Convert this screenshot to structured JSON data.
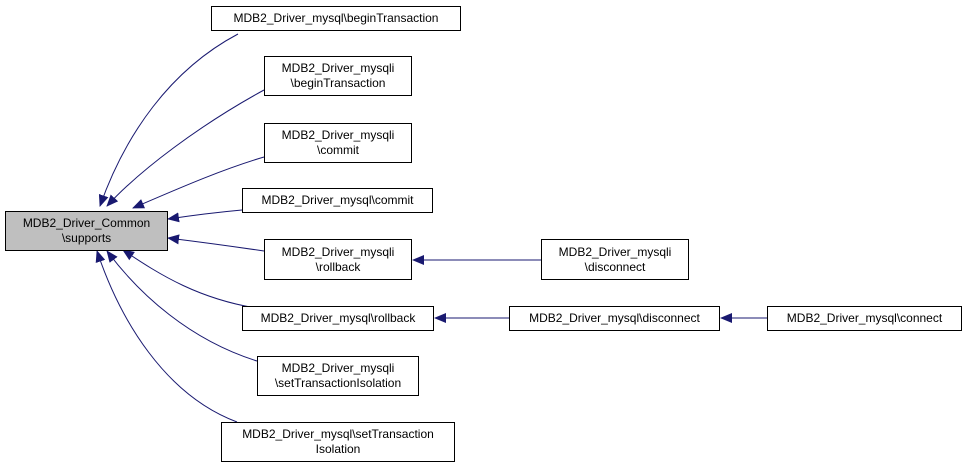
{
  "graph": {
    "colors": {
      "edge": "#191970",
      "root_fill": "#bfbfbf",
      "node_fill": "#ffffff",
      "border": "#000000"
    },
    "nodes": {
      "root": {
        "line1": "MDB2_Driver_Common",
        "line2": "\\supports"
      },
      "n1": {
        "line1": "MDB2_Driver_mysql\\beginTransaction"
      },
      "n2": {
        "line1": "MDB2_Driver_mysqli",
        "line2": "\\beginTransaction"
      },
      "n3": {
        "line1": "MDB2_Driver_mysqli",
        "line2": "\\commit"
      },
      "n4": {
        "line1": "MDB2_Driver_mysql\\commit"
      },
      "n5": {
        "line1": "MDB2_Driver_mysqli",
        "line2": "\\rollback"
      },
      "n6": {
        "line1": "MDB2_Driver_mysql\\rollback"
      },
      "n7": {
        "line1": "MDB2_Driver_mysqli",
        "line2": "\\setTransactionIsolation"
      },
      "n8": {
        "line1": "MDB2_Driver_mysql\\setTransaction",
        "line2": "Isolation"
      },
      "n9": {
        "line1": "MDB2_Driver_mysqli",
        "line2": "\\disconnect"
      },
      "n10": {
        "line1": "MDB2_Driver_mysql\\disconnect"
      },
      "n11": {
        "line1": "MDB2_Driver_mysql\\connect"
      }
    }
  }
}
